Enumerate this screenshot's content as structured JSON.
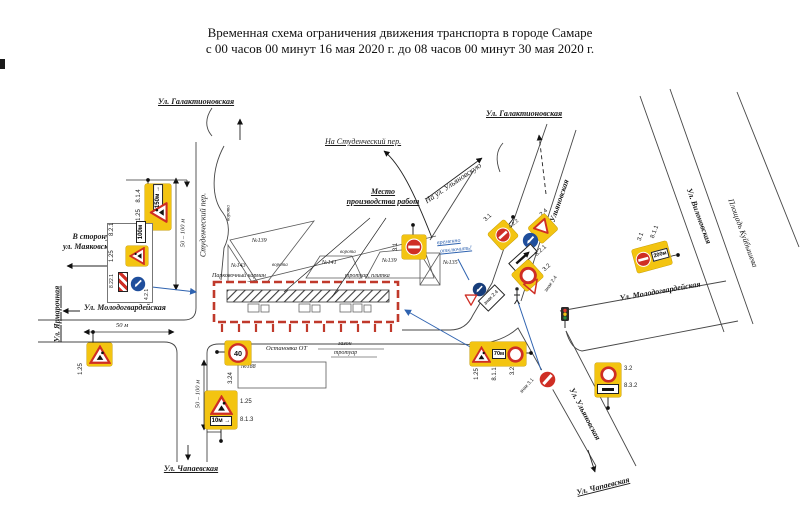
{
  "title": {
    "line1": "Временная схема ограничения движения транспорта в городе Самаре",
    "line2": "с 00 часов 00 минут 16 мая 2020 г. до 08 часов 00 минут 30 мая 2020 г."
  },
  "streets": {
    "galaktionovskaya_nw": "Ул. Галактионовская",
    "galaktionovskaya_ne": "Ул. Галактионовская",
    "studencheskiy": "Студенческий пер.",
    "ulyanovskaya_ne": "Ул. Ульяновская",
    "ulyanovskaya_se": "Ул. Ульяновская",
    "vilonovskaya": "Ул. Вилоновская",
    "kuybysheva_square": "Площадь Куйбышева",
    "molodogvardeyskaya_w": "Ул. Молодогвардейская",
    "molodogvardeyskaya_e": "Ул. Молодогвардейская",
    "yarmarochnaya": "Ул. Ярмарочная",
    "chapaevskaya_sw": "Ул. Чапаевская",
    "chapaevskaya_se": "Ул. Чапаевская"
  },
  "directions": {
    "mayakovskogo_line1": "В сторону",
    "mayakovskogo_line2": "ул. Маяковского",
    "na_studencheskiy": "На Студенческий пер.",
    "na_ulyanovskuyu": "На ул. Ульяновскую"
  },
  "work_zone": {
    "label_line1": "Место",
    "label_line2": "производства работ",
    "parking": "Парковочный карман",
    "sidewalk": "тротуар, плитка"
  },
  "bus_stop": {
    "label": "Остановка ОТ",
    "lawn": "газон",
    "sidewalk": "тротуар"
  },
  "note": {
    "line1": "временно",
    "line2": "отключить!"
  },
  "buildings": {
    "b139a": "№139",
    "b143": "№143",
    "b141": "№141",
    "b139b": "№139",
    "b135": "№135",
    "b188": "№188"
  },
  "gates_label": "ворота",
  "dimensions": {
    "north": "50 – 100 м",
    "west": "50 м",
    "south": "50 – 100 м"
  },
  "signs": {
    "top_left": {
      "plate": "150м →",
      "plate_label": "8.1.4",
      "triangle_label": "1.25"
    },
    "left_group": {
      "plate": "100м",
      "plate_label": "8.2.1",
      "triangle_label": "1.25",
      "stripe_label": "8.22.1",
      "detour_label": "4.2.1"
    },
    "west_triangle": {
      "label": "1.25"
    },
    "speed_limit": {
      "value": "40",
      "label": "3.24"
    },
    "south_panel": {
      "plate": "10м →",
      "plate_label": "8.1.3",
      "triangle_label": "1.25"
    },
    "zone_no_entry": {
      "label": "3.1"
    },
    "cluster": {
      "no_entry": "3.1",
      "give_way": "2.4",
      "keep_left": "4.2.2",
      "plate": "8.2.1",
      "no_vehicles": "3.2",
      "give_way2": "знак 2.4",
      "plate2": "знак 2.4"
    },
    "vilonovskaya_panel": {
      "plate": "200м",
      "no_entry": "3.1",
      "plate_label": "8.1.1"
    },
    "southeast_panel": {
      "triangle": "1.25",
      "plate": "70м",
      "plate_label": "8.1.1",
      "no_vehicles": "3.2"
    },
    "rotated_no_entry": {
      "label": "знак 3.1"
    },
    "ulyanovskaya_panel": {
      "no_vehicles": "3.2",
      "plate_label": "8.3.2"
    }
  },
  "colors": {
    "sign_yellow": "#f3c411",
    "sign_red": "#cf2e24",
    "note_blue": "#2f63b0",
    "workzone_red": "#c0392b"
  }
}
